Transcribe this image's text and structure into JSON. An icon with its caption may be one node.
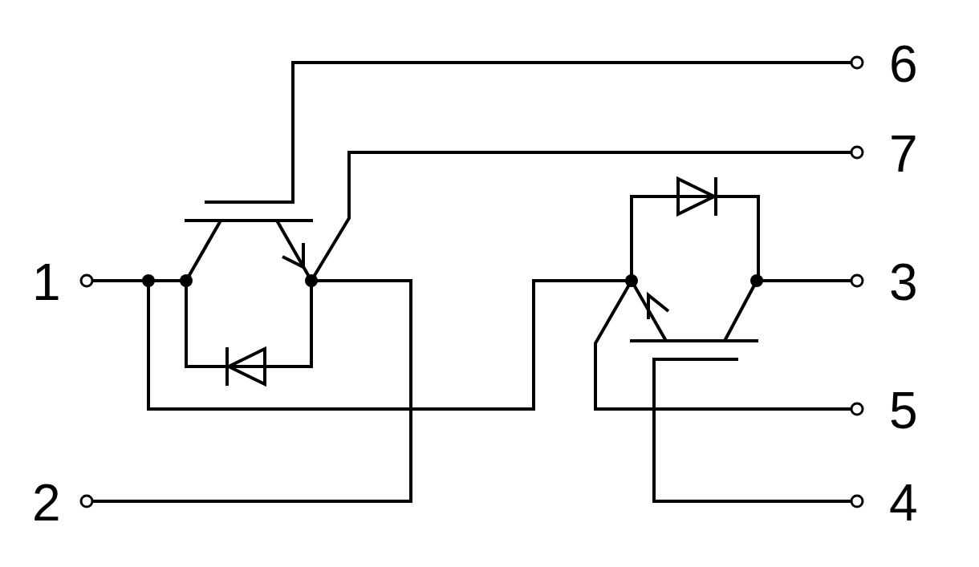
{
  "diagram": {
    "labels": [
      "6",
      "7",
      "1",
      "3",
      "5",
      "2",
      "4"
    ]
  }
}
